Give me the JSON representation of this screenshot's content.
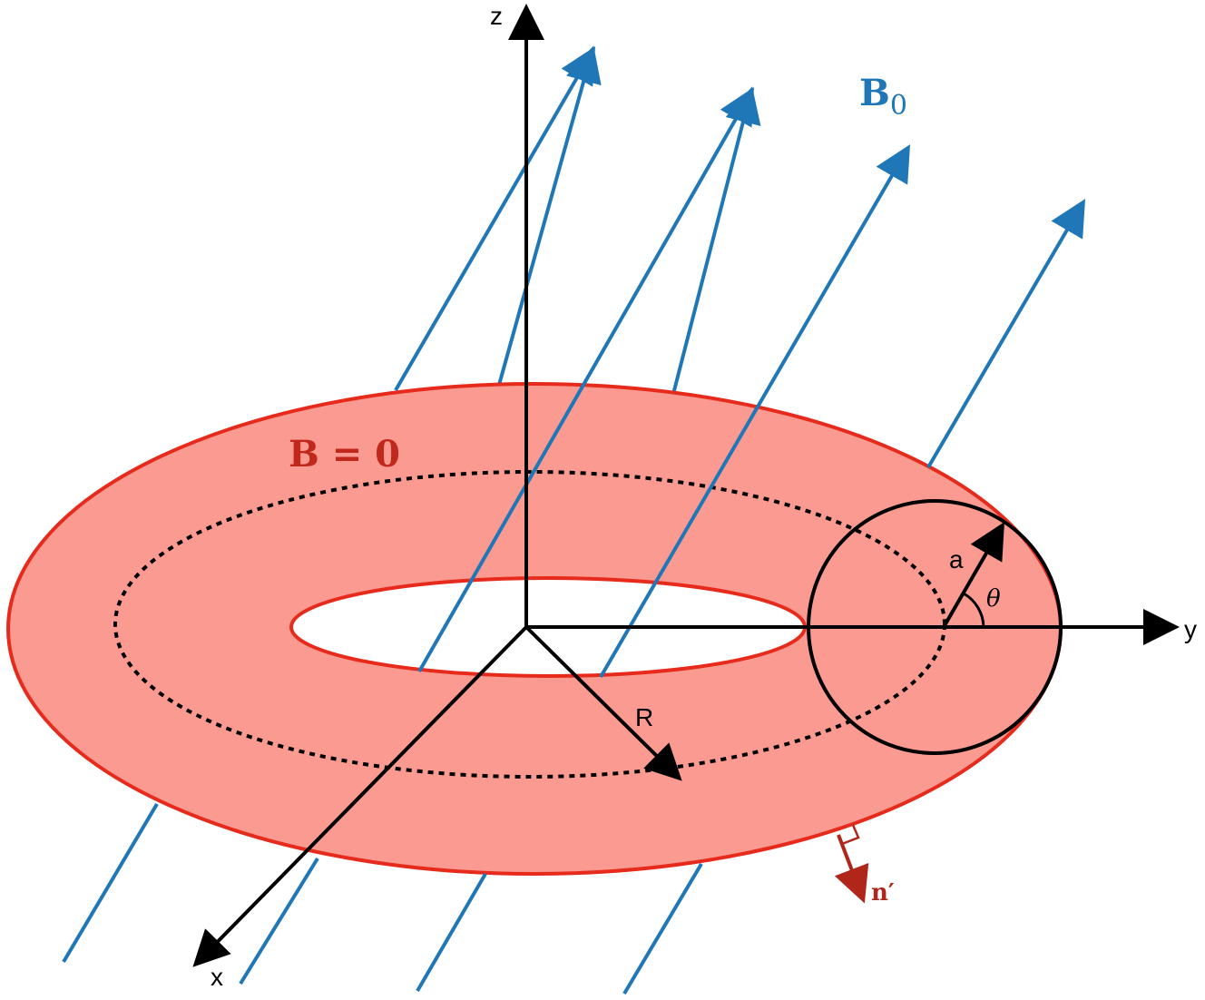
{
  "labels": {
    "z_axis": "z",
    "y_axis": "y",
    "x_axis": "x",
    "field": "B",
    "field_subscript": "0",
    "inside": "B = 0",
    "minor_radius": "a",
    "angle": "θ",
    "major_radius": "R",
    "normal": "n′"
  },
  "colors": {
    "torus_fill": "#fa9a90",
    "torus_edge": "#e62a1c",
    "field_lines": "#1f77b8",
    "inside_label": "#c0281c",
    "normal_vector": "#b0261b",
    "axes": "#000000"
  }
}
